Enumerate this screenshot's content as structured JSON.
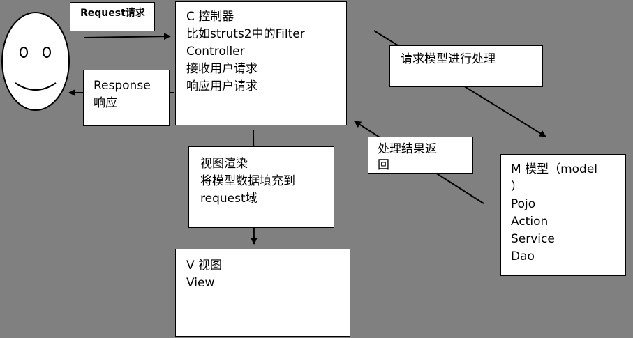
{
  "labels": {
    "request": "Request请求",
    "response": [
      "Response",
      "响应"
    ],
    "process_request": "请求模型进行处理",
    "process_return": [
      "处理结果返",
      "回"
    ],
    "view_render": [
      "视图渲染",
      "将模型数据填充到",
      "request域"
    ]
  },
  "nodes": {
    "controller": [
      "C 控制器",
      "比如struts2中的Filter",
      "Controller",
      "接收用户请求",
      "响应用户请求"
    ],
    "model": [
      "M 模型（model",
      "）",
      "Pojo",
      "Action",
      "Service",
      "Dao"
    ],
    "view": [
      "V 视图",
      "View"
    ]
  },
  "colors": {
    "background": "#808080",
    "box": "#ffffff",
    "line": "#000000"
  }
}
